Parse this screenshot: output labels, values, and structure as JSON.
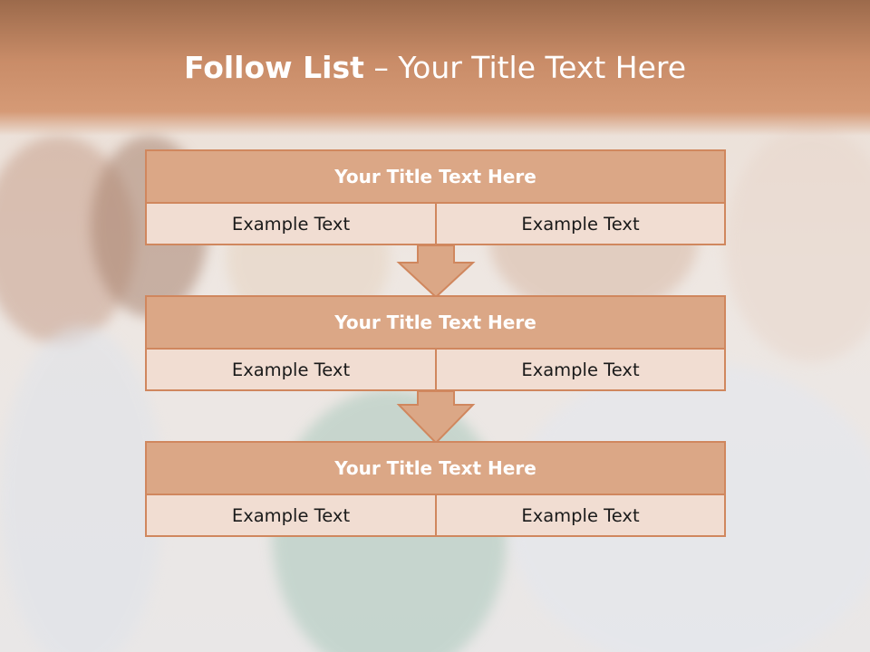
{
  "title": {
    "bold": "Follow List",
    "rest": " – Your Title Text Here"
  },
  "steps": [
    {
      "heading": "Your Title Text Here",
      "left": "Example Text",
      "right": "Example Text"
    },
    {
      "heading": "Your Title Text Here",
      "left": "Example Text",
      "right": "Example Text"
    },
    {
      "heading": "Your Title Text Here",
      "left": "Example Text",
      "right": "Example Text"
    }
  ],
  "colors": {
    "accent": "#d0875e",
    "header_fill": "#dba786",
    "cell_fill": "#f1ddd2",
    "banner": "#c98c68"
  }
}
